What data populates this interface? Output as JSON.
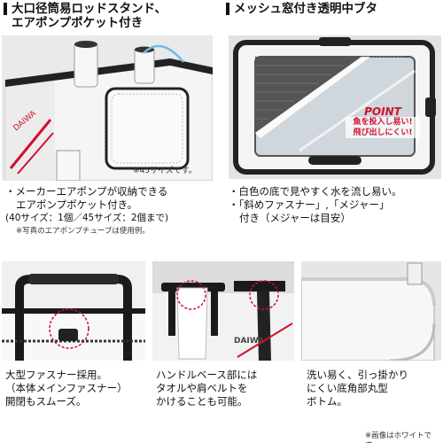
{
  "top_left": {
    "heading_line1": "大口径筒易ロッドスタンド、",
    "heading_line2": "エアポンプポケット付き",
    "photo_note": "※45サイズです。",
    "bullet_line1": "・メーカーエアポンプが収納できる",
    "bullet_line2": "エアポンプポケット付き。",
    "bullet_line3": "(40サイズ：1個／45サイズ：2個まで)",
    "footnote": "※写真のエアポンプチューブは使用例。"
  },
  "top_right": {
    "heading": "メッシュ窓付き透明中ブタ",
    "point_title": "POINT",
    "point_line1": "魚を投入し易い!",
    "point_line2": "飛び出しにくい!",
    "bullet_line1": "・白色の底で見やすく水を流し易い。",
    "bullet_line2": "・「斜めファスナー」,「メジャー」",
    "bullet_line3": "付き（メジャーは目安）"
  },
  "bottom_left": {
    "line1": "大型ファスナー採用。",
    "line2": "（本体メインファスナー）",
    "line3": "開閉もスムーズ。"
  },
  "bottom_middle": {
    "line1": "ハンドルベース部には",
    "line2": "タオルや肩ベルトを",
    "line3": "かけることも可能。"
  },
  "bottom_right": {
    "line1": "洗い易く、引っ掛かり",
    "line2": "にくい底角部丸型",
    "line3": "ボトム。",
    "footnote": "※画像はホワイトです。"
  },
  "colors": {
    "accent_red": "#d0102e",
    "box_white": "#f3f3f3",
    "handle_black": "#1a1a1a"
  }
}
